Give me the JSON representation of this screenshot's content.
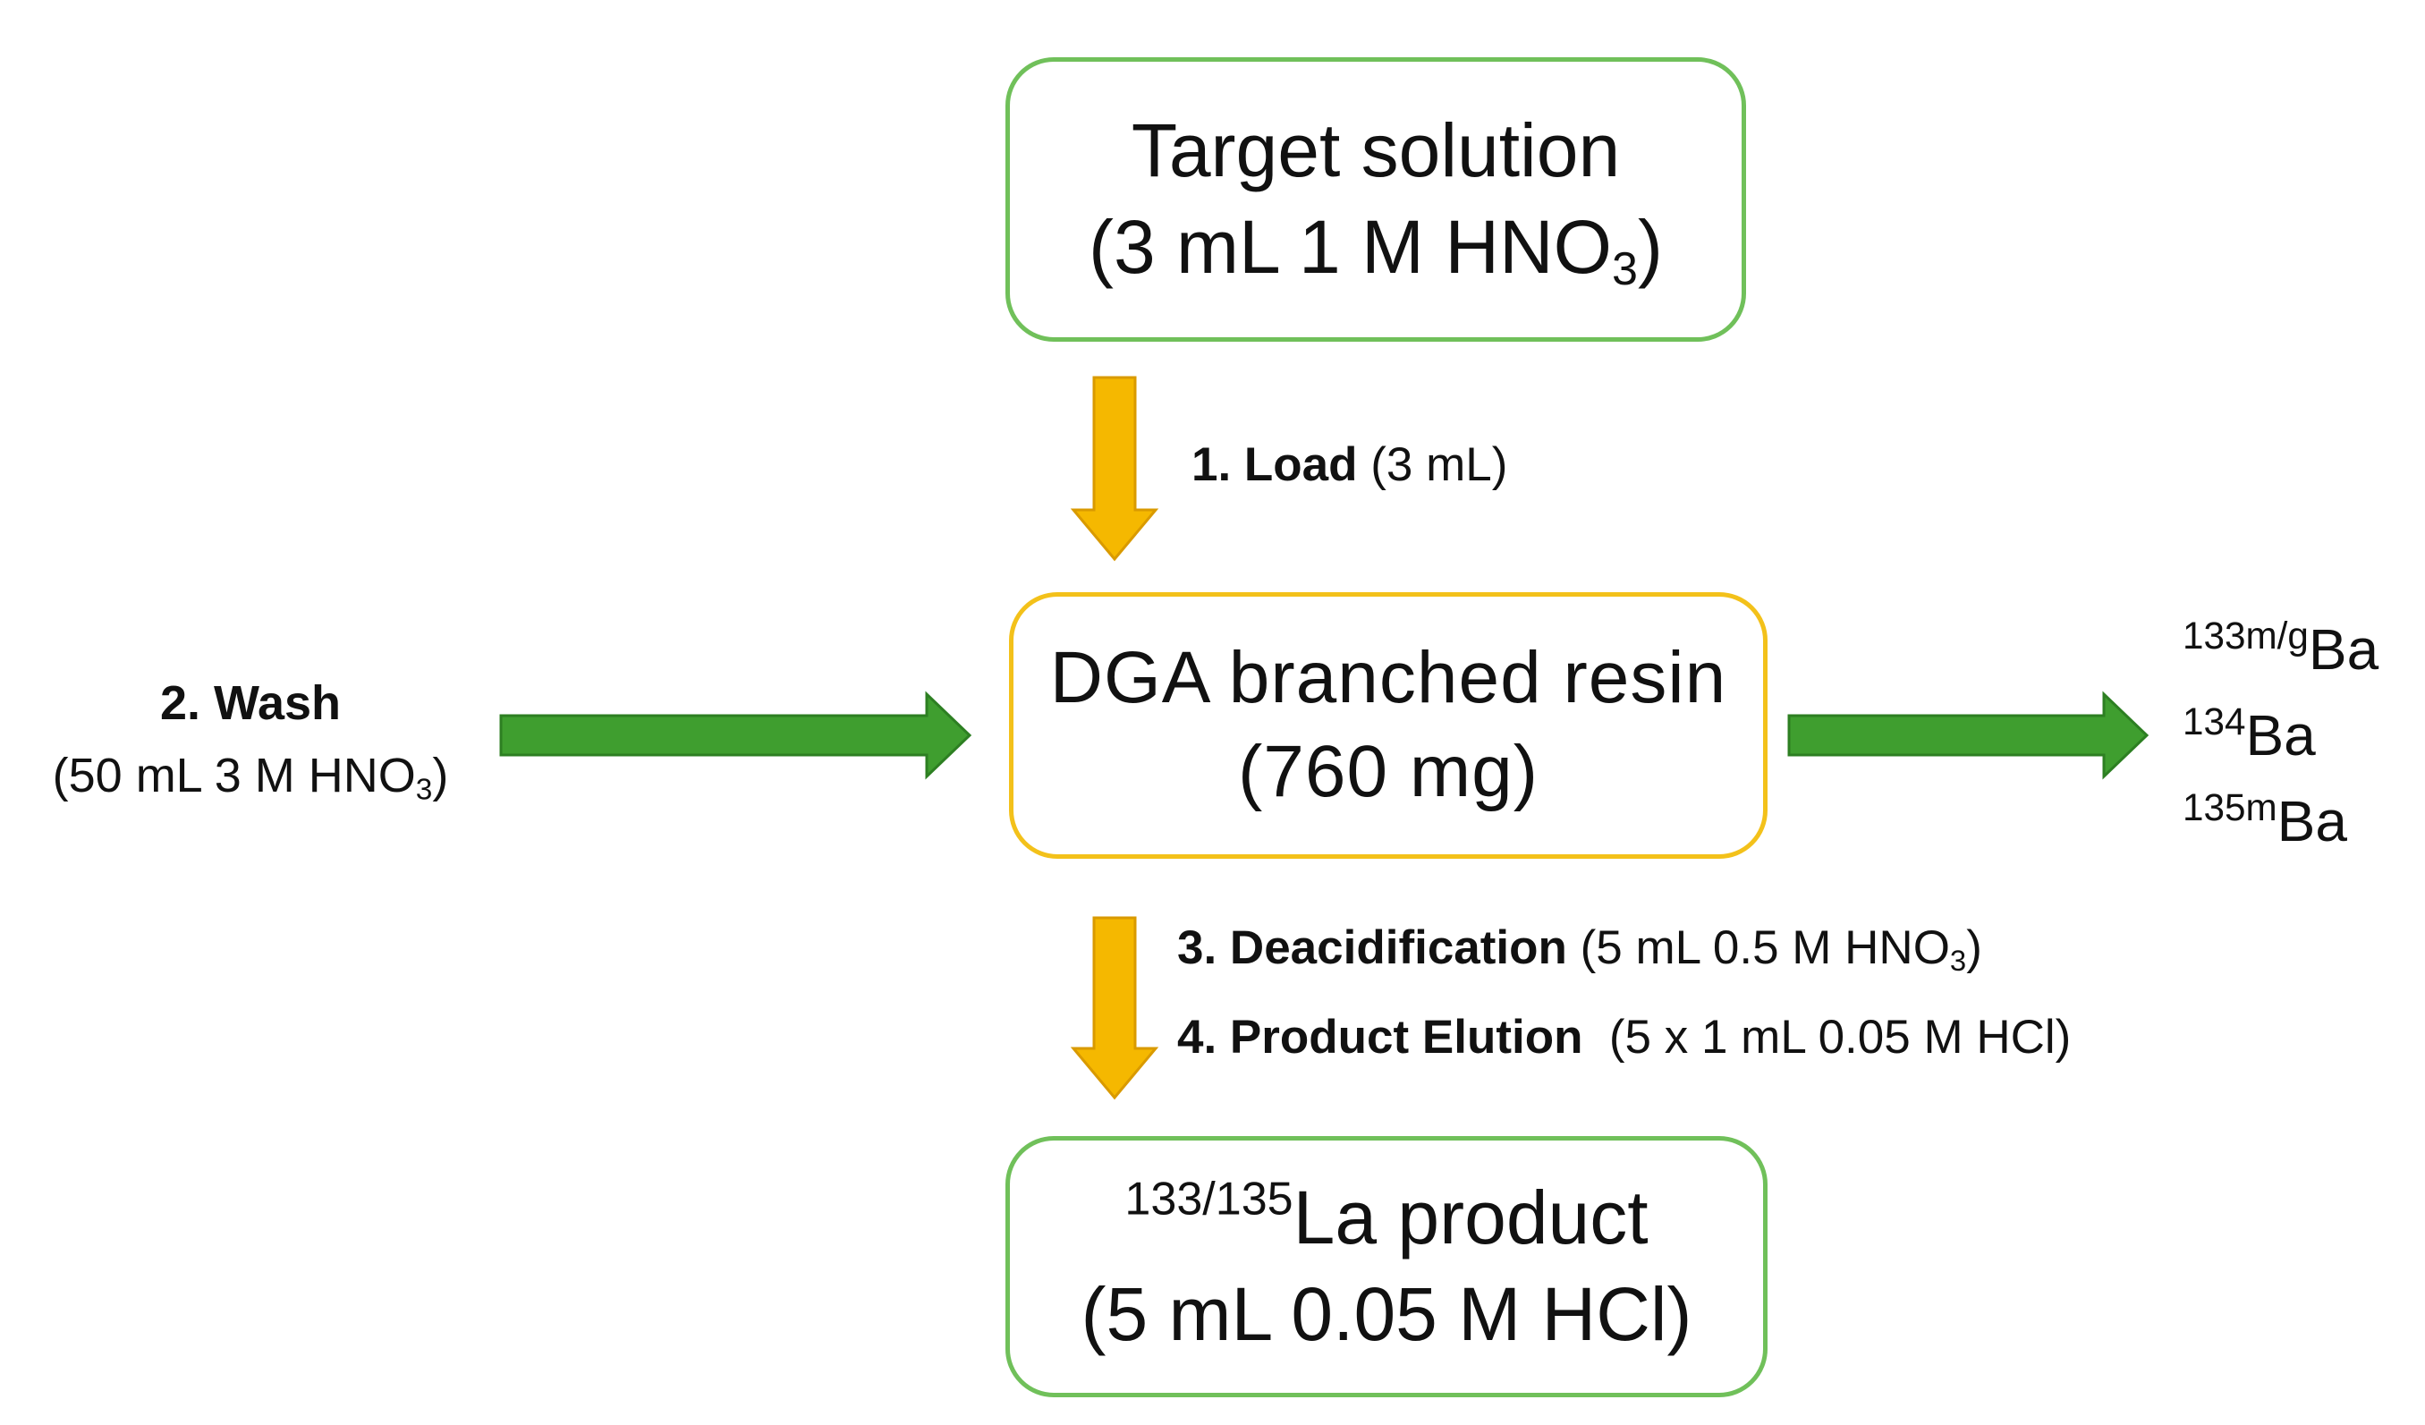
{
  "target_box": {
    "title": "Target solution",
    "detail_prefix": "(3 mL 1 M HNO",
    "detail_sub": "3",
    "detail_suffix": ")"
  },
  "resin_box": {
    "title": "DGA branched resin",
    "detail": "(760 mg)"
  },
  "product_box": {
    "iso_sup": "133/135",
    "title_rest": "La product",
    "detail": "(5 mL 0.05 M HCl)"
  },
  "steps": {
    "load": {
      "bold": "1. Load",
      "rest": " (3 mL)"
    },
    "wash": {
      "bold": "2. Wash",
      "rest_prefix": "(50 mL 3 M HNO",
      "rest_sub": "3",
      "rest_suffix": ")"
    },
    "deacid": {
      "bold": "3. Deacidification",
      "rest_prefix": " (5 mL 0.5 M HNO",
      "rest_sub": "3",
      "rest_suffix": ")"
    },
    "elution": {
      "bold": "4. Product Elution",
      "rest": "  (5 x 1 mL 0.05 M HCl)"
    }
  },
  "waste_isotopes": [
    {
      "mass": "133m/g",
      "element": "Ba"
    },
    {
      "mass": "134",
      "element": "Ba"
    },
    {
      "mass": "135m",
      "element": "Ba"
    }
  ],
  "colors": {
    "green_box": "#70c05a",
    "yellow_box": "#f3c11a",
    "green_arrow": "#3f9e2f",
    "yellow_arrow": "#f5b800"
  }
}
